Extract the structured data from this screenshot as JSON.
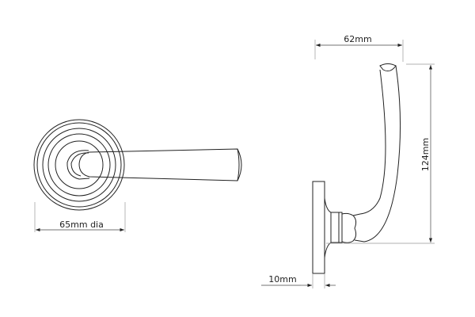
{
  "dimensions": {
    "rose_diameter": "65mm dia",
    "projection": "62mm",
    "height": "124mm",
    "rose_thickness": "10mm"
  },
  "colors": {
    "line": "#222222",
    "dimension": "#444444"
  }
}
